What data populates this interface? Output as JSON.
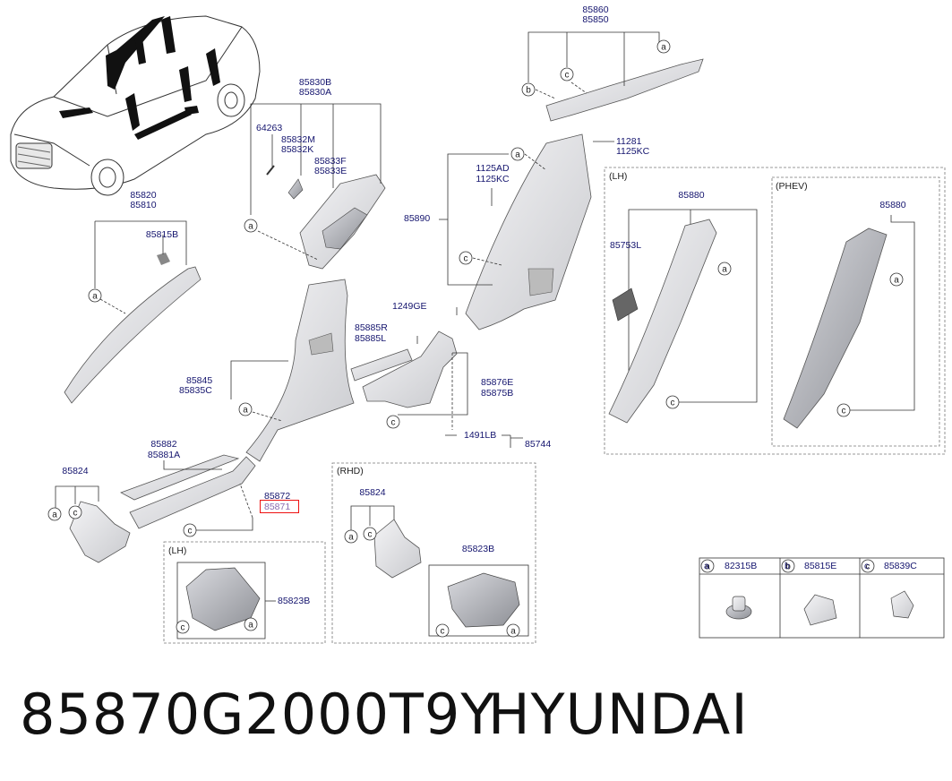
{
  "labels": {
    "p85860": "85860",
    "p85850": "85850",
    "p85830B": "85830B",
    "p85830A": "85830A",
    "p64263": "64263",
    "p85832M": "85832M",
    "p85832K": "85832K",
    "p85833F": "85833F",
    "p85833E": "85833E",
    "p11281": "11281",
    "p1125KC_a": "1125KC",
    "p1125AD": "1125AD",
    "p1125KC_b": "1125KC",
    "p85890": "85890",
    "p85820": "85820",
    "p85810": "85810",
    "p85815B": "85815B",
    "p1249GE": "1249GE",
    "p85885R": "85885R",
    "p85885L": "85885L",
    "p85845": "85845",
    "p85835C": "85835C",
    "p85876E": "85876E",
    "p85875B": "85875B",
    "p1491LB": "1491LB",
    "p85744": "85744",
    "p85882": "85882",
    "p85881A": "85881A",
    "p85824_a": "85824",
    "p85872": "85872",
    "p85871": "85871",
    "lh_box_1": "(LH)",
    "p85823B_a": "85823B",
    "rhd_box": "(RHD)",
    "p85824_b": "85824",
    "p85823B_b": "85823B",
    "lh_box_2": "(LH)",
    "p85880_a": "85880",
    "p85753L": "85753L",
    "phev_box": "(PHEV)",
    "p85880_b": "85880"
  },
  "legend": [
    {
      "letter": "a",
      "part": "82315B"
    },
    {
      "letter": "b",
      "part": "85815E"
    },
    {
      "letter": "c",
      "part": "85839C"
    }
  ],
  "footer": {
    "part_number": "85870G2000T9Y",
    "brand": "HYUNDAI"
  },
  "highlighted_part": "85871"
}
